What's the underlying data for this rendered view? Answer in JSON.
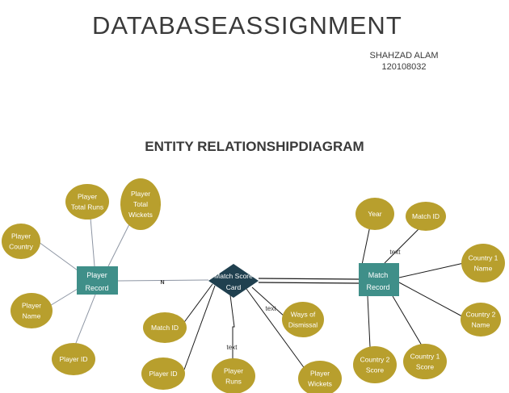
{
  "header": {
    "title": "DATABASEASSIGNMENT",
    "author_name": "SHAHZAD ALAM",
    "author_id": "120108032"
  },
  "diagram": {
    "subtitle": "ENTITY RELATIONSHIPDIAGRAM",
    "colors": {
      "attribute_fill": "#b89f2d",
      "entity_fill": "#3f8f89",
      "relationship_fill": "#20404f",
      "line": "#7f8796",
      "line_dark": "#1a1a1a"
    },
    "entities": {
      "player": [
        "Player",
        "Record"
      ],
      "match": [
        "Match",
        "Record"
      ]
    },
    "relationship": [
      "Match Score",
      "Card"
    ],
    "attributes": {
      "player_country": [
        "Player",
        "Country"
      ],
      "player_total_runs": [
        "Player",
        "Total Runs"
      ],
      "player_total_wickets": [
        "Player",
        "Total",
        "Wickets"
      ],
      "player_name": [
        "Player",
        "Name"
      ],
      "player_id_left": [
        "Player ID"
      ],
      "match_id_mid": [
        "Match ID"
      ],
      "player_id_mid": [
        "Player ID"
      ],
      "player_runs": [
        "Player",
        "Runs"
      ],
      "player_wickets": [
        "Player",
        "Wickets"
      ],
      "ways_of_dismissal": [
        "Ways of",
        "Dismissal"
      ],
      "year": [
        "Year"
      ],
      "match_id_right": [
        "Match ID"
      ],
      "country1_name": [
        "Country 1",
        "Name"
      ],
      "country2_name": [
        "Country 2",
        "Name"
      ],
      "country1_score": [
        "Country 1",
        "Score"
      ],
      "country2_score": [
        "Country 2",
        "Score"
      ]
    },
    "labels": {
      "cardinality_n": "N",
      "text_runs": "text",
      "text_dismissal": "text",
      "text_match": "text"
    }
  }
}
